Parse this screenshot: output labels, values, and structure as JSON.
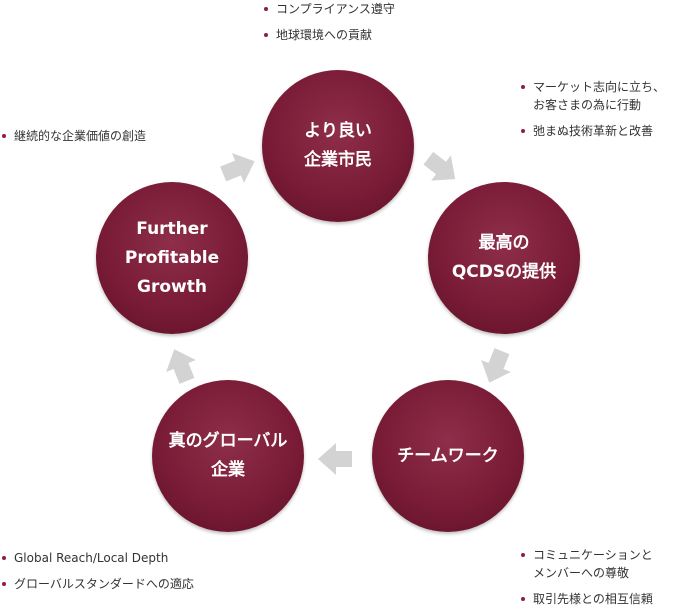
{
  "nodes": [
    {
      "label": "より良い\n企業市民"
    },
    {
      "label": "最高の\nQCDSの提供"
    },
    {
      "label": "チームワーク"
    },
    {
      "label": "真のグローバル\n企業"
    },
    {
      "label": "Further\nProfitable\nGrowth"
    }
  ],
  "bullets": {
    "top": [
      "コンプライアンス遵守",
      "地球環境への貢献"
    ],
    "right_top": [
      "マーケット志向に立ち、\nお客さまの為に行動",
      "弛まぬ技術革新と改善"
    ],
    "left": [
      "継続的な企業価値の創造"
    ],
    "bottom_left": [
      "Global Reach/Local Depth",
      "グローバルスタンダードへの適応"
    ],
    "bottom_right": [
      "コミュニケーションと\nメンバーへの尊敬",
      "取引先様との相互信頼"
    ]
  },
  "colors": {
    "circle": "#7a1c37",
    "arrow": "#d3d3d3",
    "bullet_dot": "#8e1f3f"
  }
}
